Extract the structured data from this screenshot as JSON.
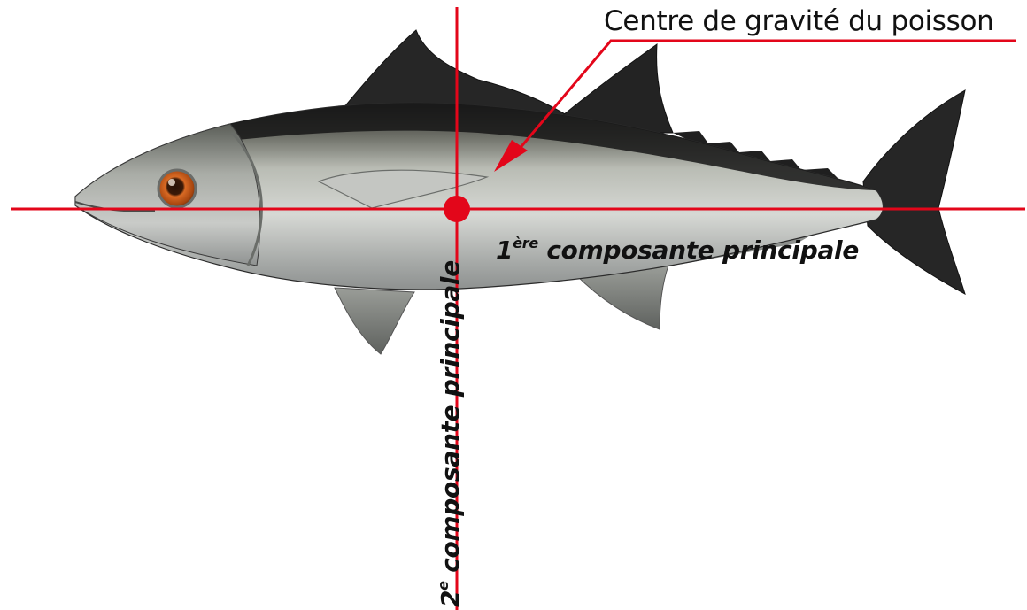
{
  "labels": {
    "centre": "Centre de gravité du poisson",
    "axis1_prefix": "1",
    "axis1_sup": "ère",
    "axis1_text": " composante principale",
    "axis2_prefix": "2",
    "axis2_sup": "e",
    "axis2_text": " composante principale"
  },
  "colors": {
    "axis": "#e3061a",
    "background": "#ffffff",
    "fish_back": "#1c1c1c",
    "fish_body": "#b8bcbc",
    "fish_belly": "#e4e6e4",
    "eye": "#c8551a"
  }
}
